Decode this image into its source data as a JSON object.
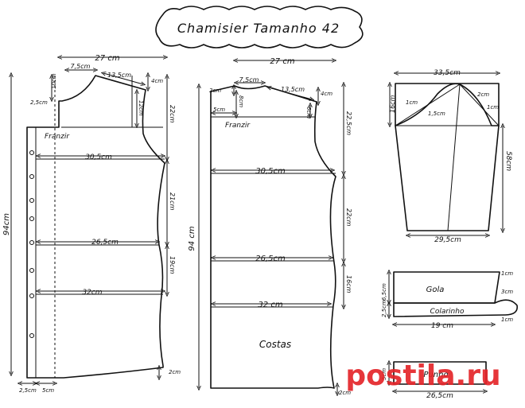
{
  "title": "Chamisier Tamanho 42",
  "front": {
    "width_top": "27 cm",
    "neck_w": "7,5cm",
    "neck_d": "10cm",
    "shoulder": "13,5cm",
    "shoulder_drop": "4cm",
    "armhole_depth": "12cm",
    "button_ext": "2,5cm",
    "gather": "Franzir",
    "chest": "30,5cm",
    "waist": "26,5cm",
    "hip": "32cm",
    "len_chest": "22cm",
    "len_waist": "21cm",
    "len_hip": "19cm",
    "total": "94cm",
    "hem_drop": "2cm",
    "placket_a": "2,5cm",
    "placket_b": "5cm"
  },
  "back": {
    "width_top": "27 cm",
    "neck_w": "7,5cm",
    "neck_rise": "2cm",
    "shoulder": "13,5cm",
    "shoulder_drop": "4cm",
    "yoke_left": "5cm",
    "yoke_mid": "8cm",
    "yoke_right": "6cm",
    "gather": "Franzir",
    "chest": "30,5cm",
    "waist": "26,5cm",
    "hip": "32 cm",
    "len_chest": "22,5cm",
    "len_waist": "22cm",
    "len_hip": "16cm",
    "total": "94 cm",
    "label": "Costas",
    "hem_drop": "2cm"
  },
  "sleeve": {
    "width_top": "33,5cm",
    "cap_height": "16cm",
    "length": "58cm",
    "cuff_width": "29,5cm",
    "mark_a": "1cm",
    "mark_b": "1,5cm",
    "mark_c": "2cm",
    "mark_d": "1cm"
  },
  "collar": {
    "gola": "Gola",
    "colarinho": "Colarinho",
    "gola_h": "6,5cm",
    "colarinho_h": "2,5cm",
    "width": "19 cm",
    "tip_top": "1cm",
    "tip_ext": "3cm",
    "tip_bottom": "1cm"
  },
  "cuff": {
    "label": "Punho",
    "height": "5cm",
    "width": "26,5cm"
  },
  "watermark": "postila.ru"
}
